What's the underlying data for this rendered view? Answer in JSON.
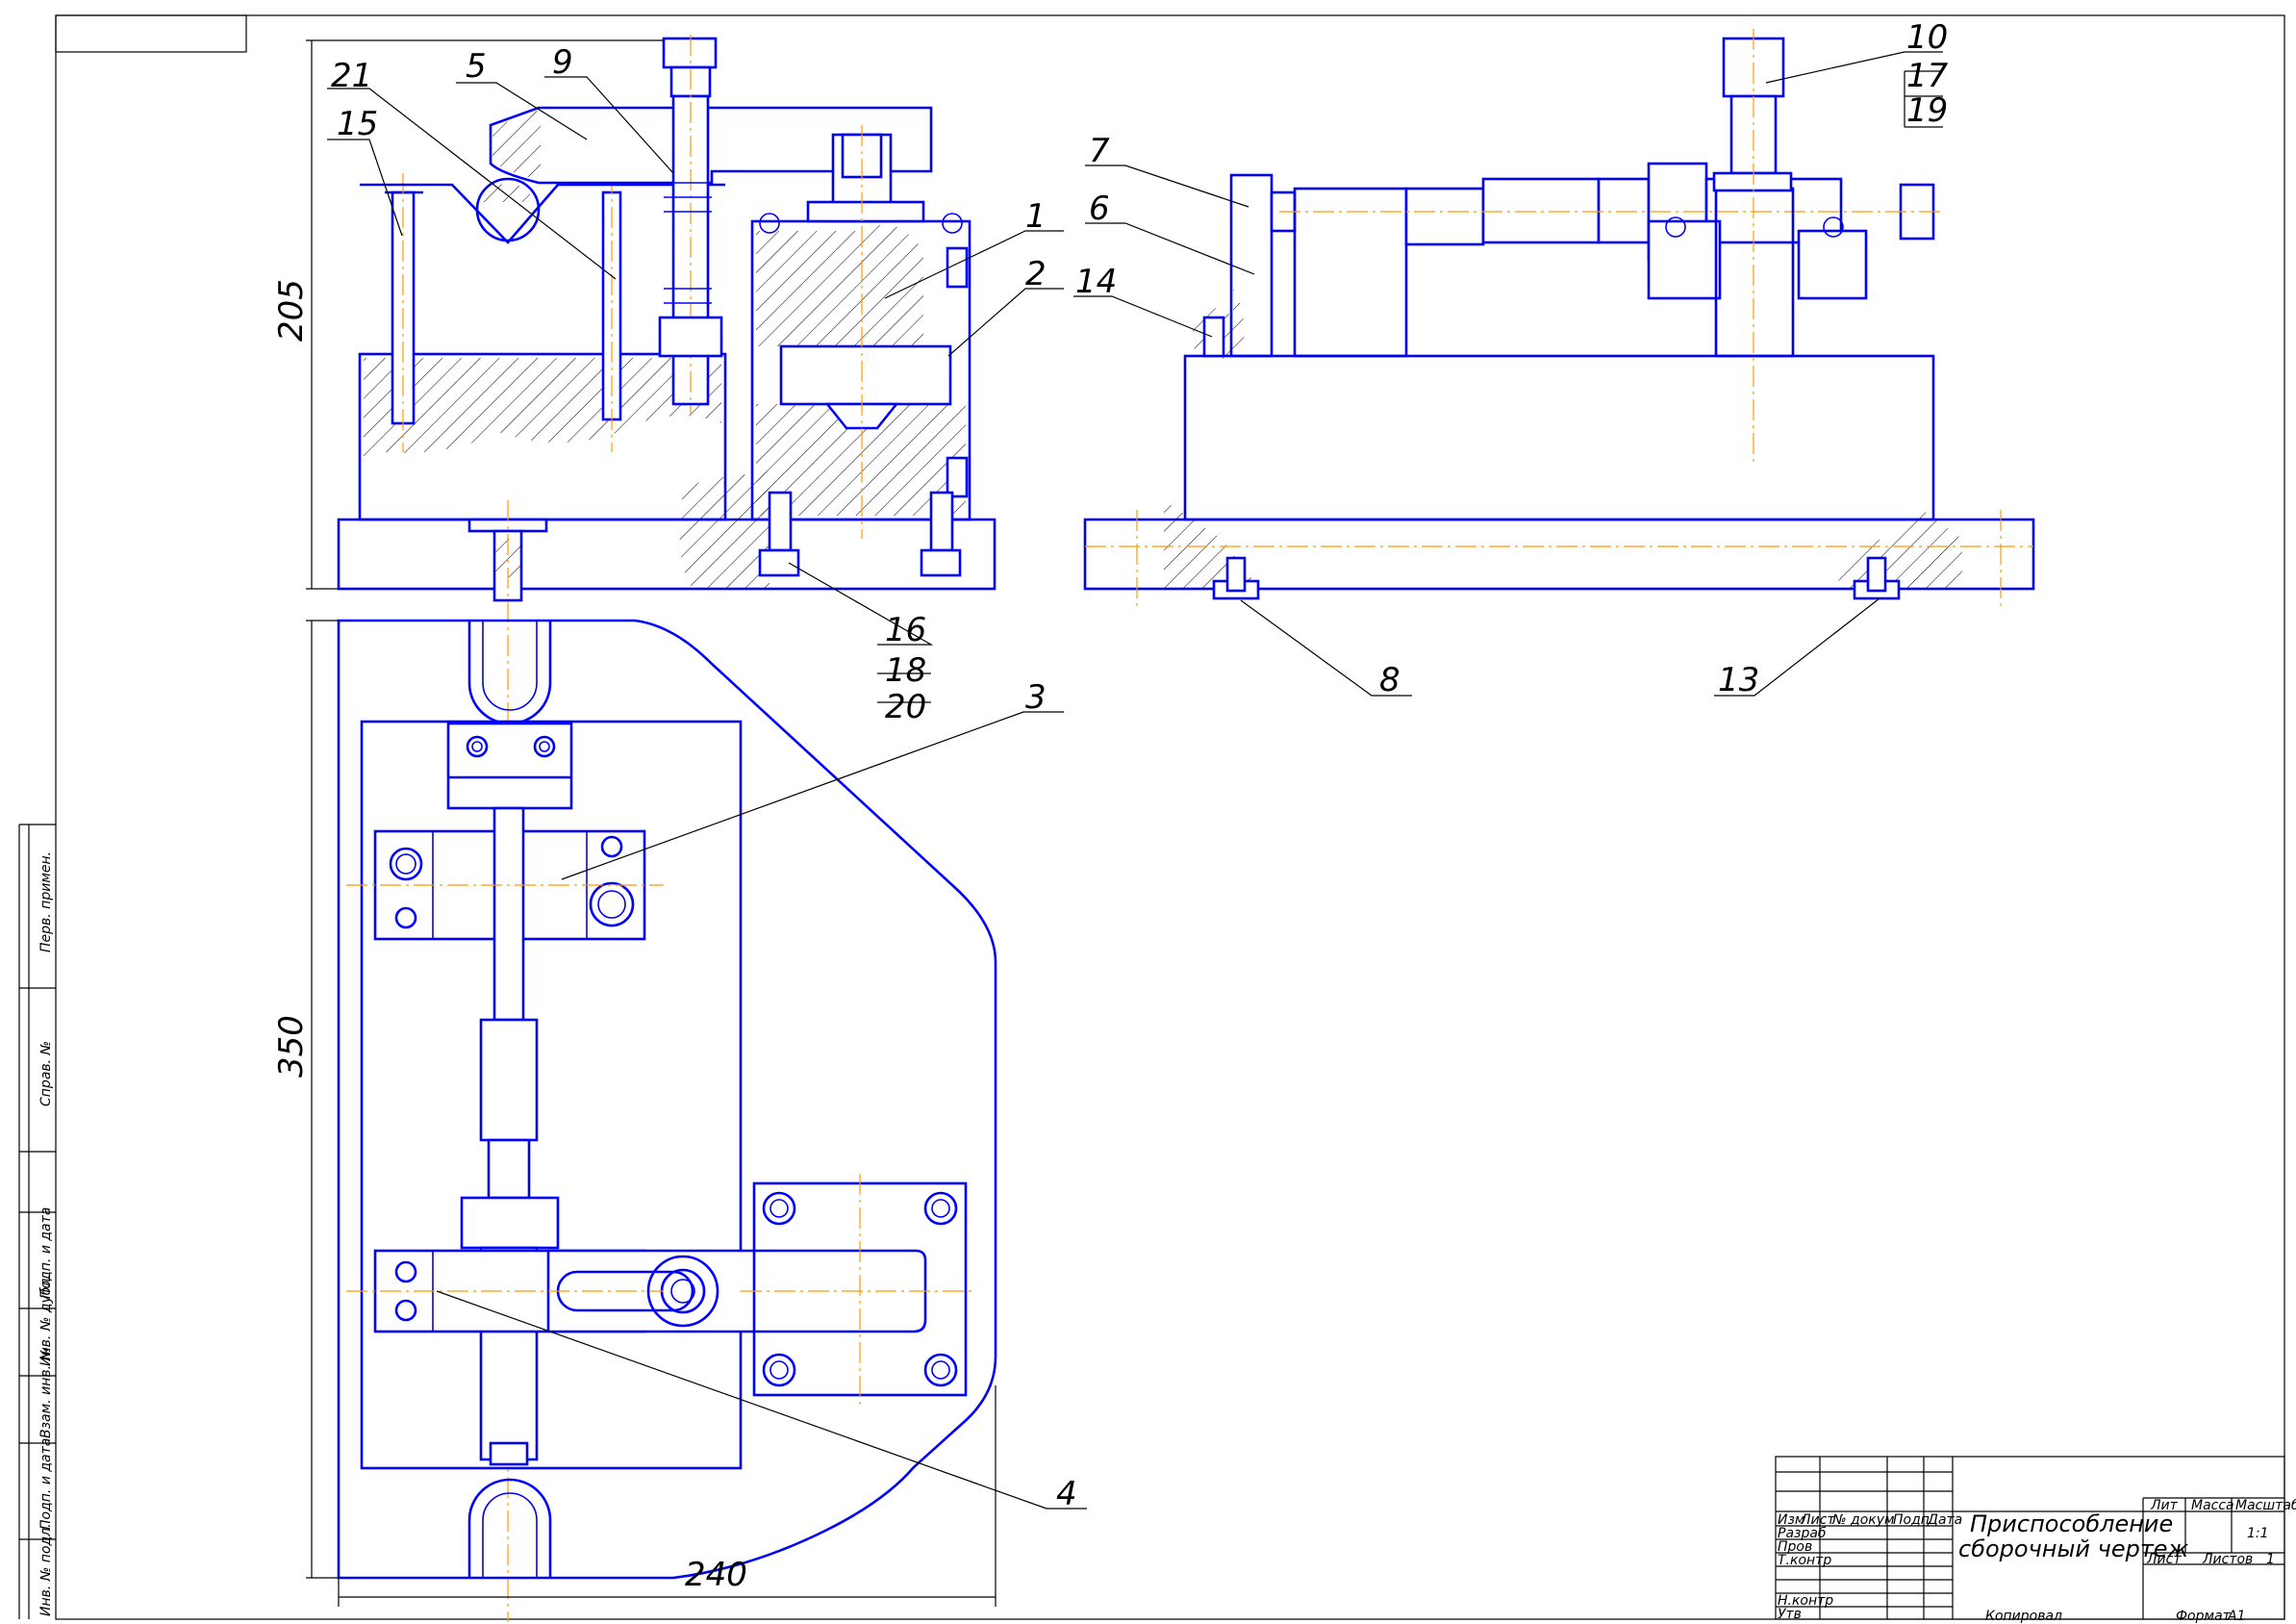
{
  "callouts": {
    "c1": "1",
    "c2": "2",
    "c3": "3",
    "c4": "4",
    "c5": "5",
    "c6": "6",
    "c7": "7",
    "c8": "8",
    "c9": "9",
    "c10": "10",
    "c13": "13",
    "c14": "14",
    "c15": "15",
    "c16": "16",
    "c17": "17",
    "c18": "18",
    "c19": "19",
    "c20": "20",
    "c21": "21"
  },
  "dimensions": {
    "height_top": "205",
    "height_plan": "350",
    "width_plan": "240"
  },
  "title_block": {
    "title_line1": "Приспособление",
    "title_line2": "сборочный чертеж",
    "col_izm": "Изм",
    "col_list": "Лист",
    "col_docnum": "№ докум",
    "col_sign": "Подп",
    "col_date": "Дата",
    "row_razrab": "Разраб",
    "row_prov": "Пров",
    "row_tkontr": "Т.контр",
    "row_nkontr": "Н.контр",
    "row_utv": "Утв",
    "lit": "Лит",
    "massa": "Масса",
    "masshtab": "Масштаб",
    "scale_value": "1:1",
    "list_label": "Лист",
    "listov_label": "Листов",
    "listov_value": "1",
    "kopiroval": "Копировал",
    "format": "Формат",
    "format_value": "A1"
  },
  "side_strip": {
    "perv_primen": "Перв. примен.",
    "sprav": "Справ. №",
    "podp_data_1": "Подп. и дата",
    "inv_dubl": "Инв. № дубл.",
    "vzam_inv": "Взам. инв. №",
    "podp_data_2": "Подп. и дата",
    "inv_podl": "Инв. № подл."
  }
}
